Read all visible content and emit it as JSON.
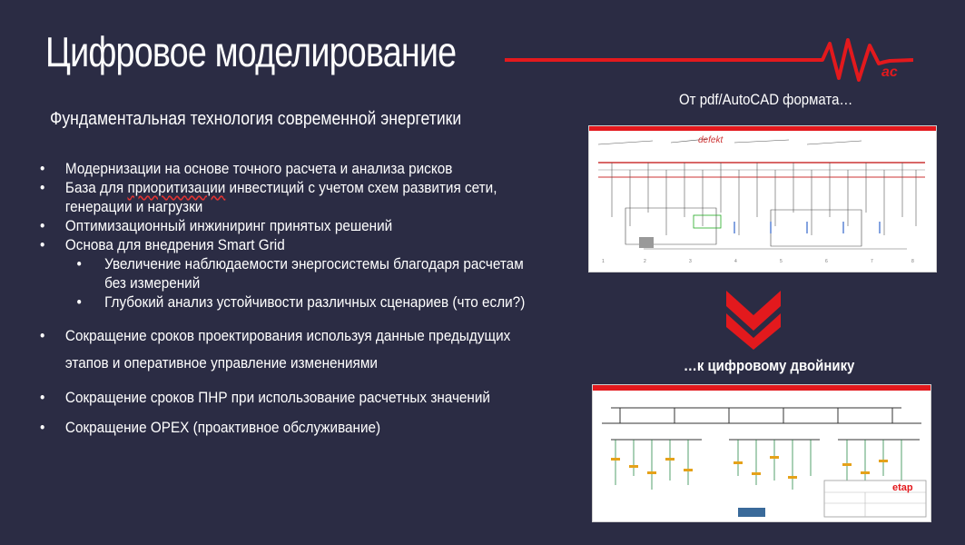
{
  "title": "Цифровое моделирование",
  "subtitle": "Фундаментальная технология современной энергетики",
  "bullets": {
    "b1": "Модернизации на основе точного расчета и анализа рисков",
    "b2_pre": "База для ",
    "b2_err": "приоритизации",
    "b2_post": " инвестиций с учетом схем развития сети, генерации и нагрузки",
    "b3": "Оптимизационный инжиниринг принятых решений",
    "b4": "Основа для внедрения Smart Grid",
    "s1": "Увеличение наблюдаемости энергосистемы благодаря расчетам без измерений",
    "s2": "Глубокий анализ устойчивости различных сценариев (что если?)",
    "b5": "Сокращение сроков проектирования используя данные предыдущих этапов и оперативное управление изменениями",
    "b6": "Сокращение сроков ПНР при использование расчетных значений",
    "b7": "Сокращение OPEX (проактивное обслуживание)"
  },
  "right": {
    "label_top": "От pdf/AutoCAD формата…",
    "label_bottom": "…к цифровому двойнику",
    "etap_logo": "etap"
  },
  "logo_text": "ac",
  "colors": {
    "accent": "#e3191d",
    "background": "#2b2c44"
  }
}
